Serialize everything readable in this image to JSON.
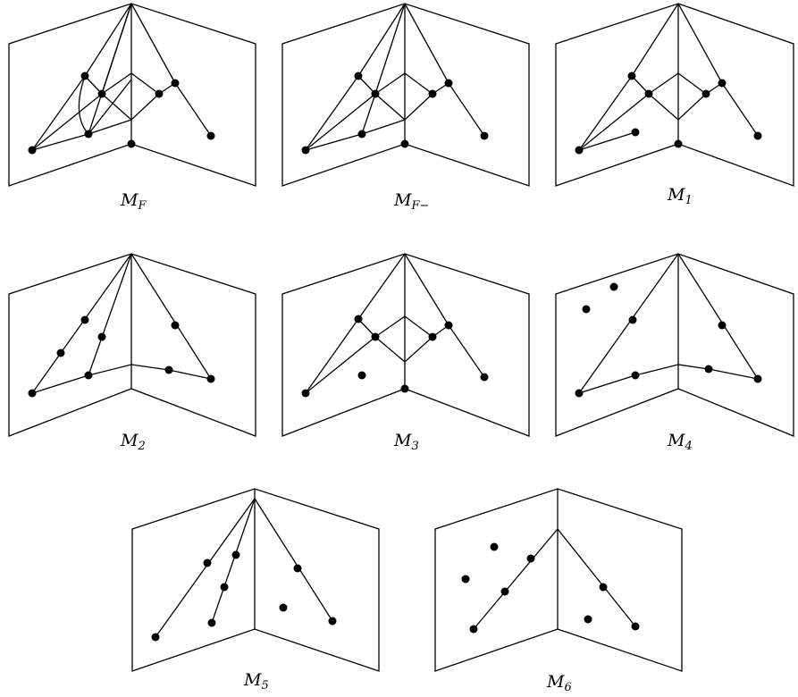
{
  "figures": [
    {
      "main": "M",
      "sub": "F"
    },
    {
      "main": "M",
      "sub": "F−"
    },
    {
      "main": "M",
      "sub": "1"
    },
    {
      "main": "M",
      "sub": "2"
    },
    {
      "main": "M",
      "sub": "3"
    },
    {
      "main": "M",
      "sub": "4"
    },
    {
      "main": "M",
      "sub": "5"
    },
    {
      "main": "M",
      "sub": "6"
    }
  ]
}
